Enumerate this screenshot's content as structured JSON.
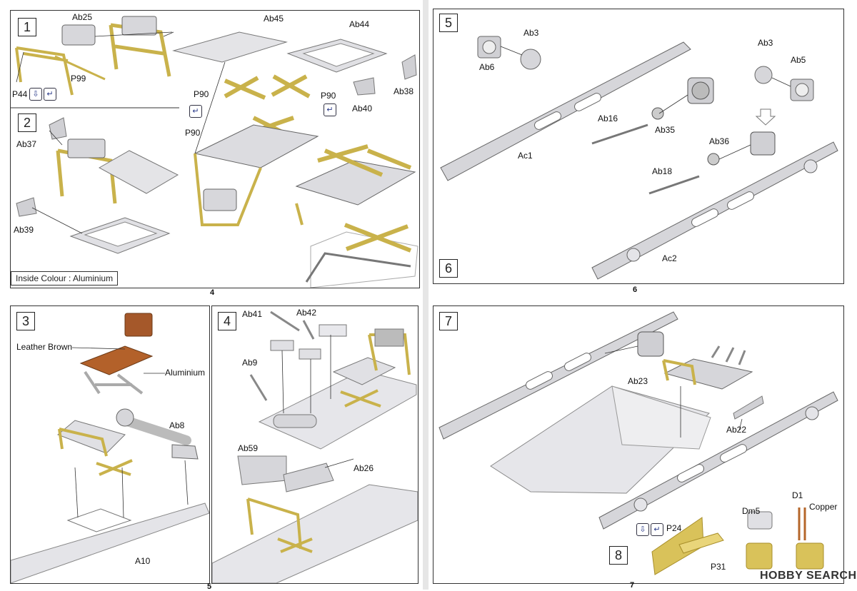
{
  "steps": {
    "s1": "1",
    "s2": "2",
    "s3": "3",
    "s4": "4",
    "s5": "5",
    "s6": "6",
    "s7": "7",
    "s8": "8"
  },
  "page_numbers": {
    "top_left": "4",
    "top_right": "6",
    "bottom_left": "5",
    "bottom_right": "7"
  },
  "notes": {
    "inside_colour": "Inside Colour : Aluminium"
  },
  "labels": {
    "ab25": "Ab25",
    "ab45": "Ab45",
    "ab44": "Ab44",
    "p44": "P44",
    "p99": "P99",
    "p90a": "P90",
    "p90b": "P90",
    "p90c": "P90",
    "ab38": "Ab38",
    "ab40": "Ab40",
    "ab37": "Ab37",
    "ab39": "Ab39",
    "leather_brown": "Leather Brown",
    "aluminium": "Aluminium",
    "ab8": "Ab8",
    "a10": "A10",
    "ab41": "Ab41",
    "ab42": "Ab42",
    "ab9": "Ab9",
    "ab59": "Ab59",
    "ab26": "Ab26",
    "ab6": "Ab6",
    "ab3a": "Ab3",
    "ab3b": "Ab3",
    "ab5": "Ab5",
    "ab16": "Ab16",
    "ab35": "Ab35",
    "ac1": "Ac1",
    "ab36": "Ab36",
    "ab18": "Ab18",
    "ac2": "Ac2",
    "ab23": "Ab23",
    "ab22": "Ab22",
    "p24": "P24",
    "p31": "P31",
    "dm5": "Dm5",
    "d1": "D1",
    "copper": "Copper"
  },
  "icons": [
    "arrow-down-icon",
    "bend-icon"
  ],
  "watermark": "HOBBY SEARCH",
  "colors": {
    "photo_etch": "#d9c25a",
    "part_grey": "#d4d4d8",
    "leather_brown": "#b3612a",
    "border": "#333333"
  }
}
